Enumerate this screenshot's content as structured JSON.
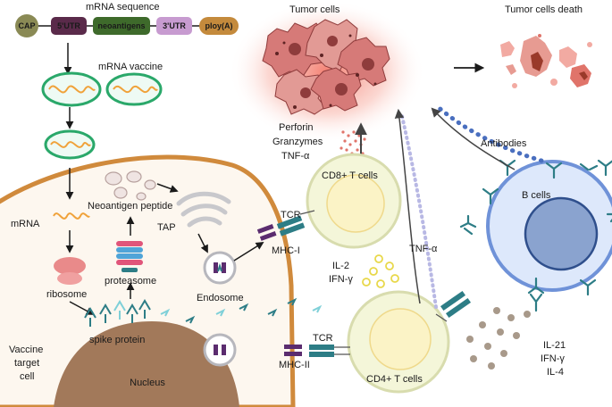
{
  "mrna_sequence": {
    "title": "mRNA sequence",
    "segments": [
      "CAP",
      "5'UTR",
      "neoantigens",
      "3'UTR",
      "ploy(A)"
    ]
  },
  "labels": {
    "mrna_vaccine": "mRNA vaccine",
    "mrna": "mRNA",
    "ribosome": "ribosome",
    "proteasome": "proteasome",
    "neoantigen_peptide": "Neoantigen peptide",
    "tap": "TAP",
    "endosome": "Endosome",
    "spike_protein": "spike protein",
    "vaccine_target_cell": [
      "Vaccine",
      "target",
      "cell"
    ],
    "nucleus": "Nucleus",
    "tumor_cells": "Tumor cells",
    "tumor_cells_death": "Tumor cells death",
    "cytotoxic": [
      "Perforin",
      "Granzymes",
      "TNF-α"
    ],
    "cd8_t_cells": "CD8+ T cells",
    "cd4_t_cells": "CD4+ T cells",
    "b_cells": "B cells",
    "antibodies": "Antibodies",
    "tcr_top": "TCR",
    "mhc_i": "MHC-I",
    "tcr_bottom": "TCR",
    "mhc_ii": "MHC-II",
    "il2_ifn": [
      "IL-2",
      "IFN-γ"
    ],
    "tnf_alpha": "TNF-α",
    "b_cytokines": [
      "IL-21",
      "IFN-γ",
      "IL-4"
    ]
  },
  "colors": {
    "cell_border": "#d08a3c",
    "cell_fill": "#fdf7ef",
    "nucleus": "#a2795a",
    "t_cell_fill": "#f4f6d9",
    "b_cell_fill": "#dde8fb",
    "b_cell_border": "#6f92d8",
    "b_nucleus": "#8aa3cf",
    "tumor": "#c95a5a",
    "teal": "#2d7d86",
    "purple": "#5b2c6f",
    "dna": "#f0a23a"
  }
}
